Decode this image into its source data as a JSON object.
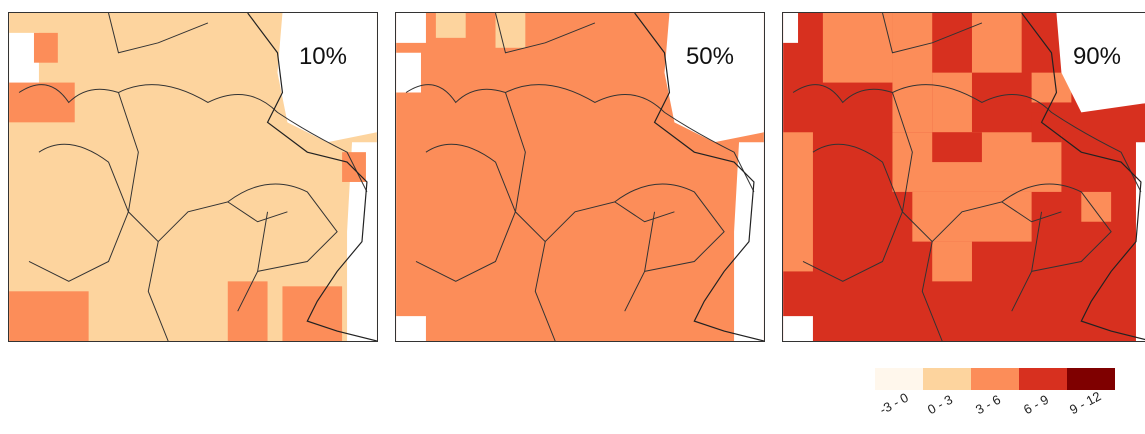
{
  "panels": [
    {
      "label": "10%",
      "fill": "#fdd49e"
    },
    {
      "label": "50%",
      "fill": "#fc8d59"
    },
    {
      "label": "90%",
      "fill": "#d7301f"
    }
  ],
  "legend": {
    "bins": [
      {
        "range": "-3 - 0",
        "color": "#fff7ec"
      },
      {
        "range": "0 - 3",
        "color": "#fdd49e"
      },
      {
        "range": "3 - 6",
        "color": "#fc8d59"
      },
      {
        "range": "6 - 9",
        "color": "#d7301f"
      },
      {
        "range": "9 - 12",
        "color": "#7f0000"
      }
    ]
  }
}
